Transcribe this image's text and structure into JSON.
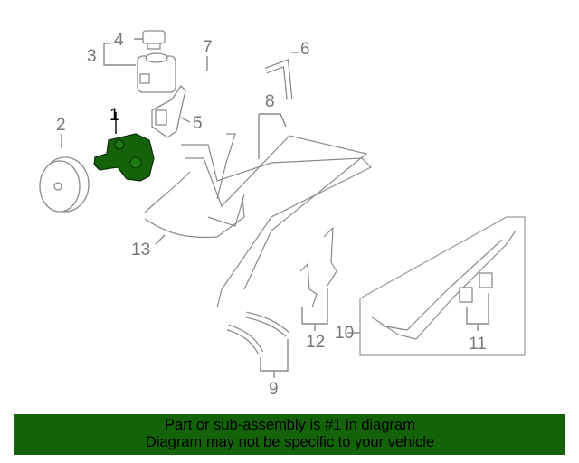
{
  "callouts": {
    "c1": "1",
    "c2": "2",
    "c3": "3",
    "c4": "4",
    "c5": "5",
    "c6": "6",
    "c7": "7",
    "c8": "8",
    "c9": "9",
    "c10": "10",
    "c11": "11",
    "c12": "12",
    "c13": "13"
  },
  "highlight_color": "#146308",
  "banner": {
    "line1": "Part or sub-assembly is #1 in diagram",
    "line2": "Diagram may not be specific to your vehicle"
  }
}
